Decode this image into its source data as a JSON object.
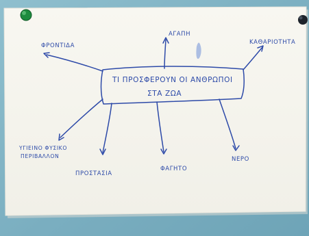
{
  "center_text": {
    "line1": "ΤΙ ΠΡΟΣΦΕΡΟΥΝ ΟΙ ΑΝΘΡΩΠΟΙ",
    "line2": "ΣΤΑ ΖΩΑ"
  },
  "branches": {
    "frontida": "ΦΡΟΝΤΙΔΑ",
    "agapi": "ΑΓΑΠΗ",
    "katharriotita": "ΚΑΘΑΡΙΟΤΗΤΑ",
    "perivallon_line1": "ΥΓΙΕΙΝΟ ΦΥΣΙΚΟ",
    "perivallon_line2": "ΠΕΡΙΒΑΛΛΟΝ",
    "prostasia": "ΠΡΟΣΤΑΣΙΑ",
    "fagito": "ΦΑΓΗΤΟ",
    "nero": "ΝΕΡΟ"
  },
  "colors": {
    "ink": "#2d4aa8",
    "paper": "#f7f6f0",
    "wall": "#7fb4c6",
    "pin_green": "#1e8b3e",
    "pin_dark": "#1d232b"
  }
}
